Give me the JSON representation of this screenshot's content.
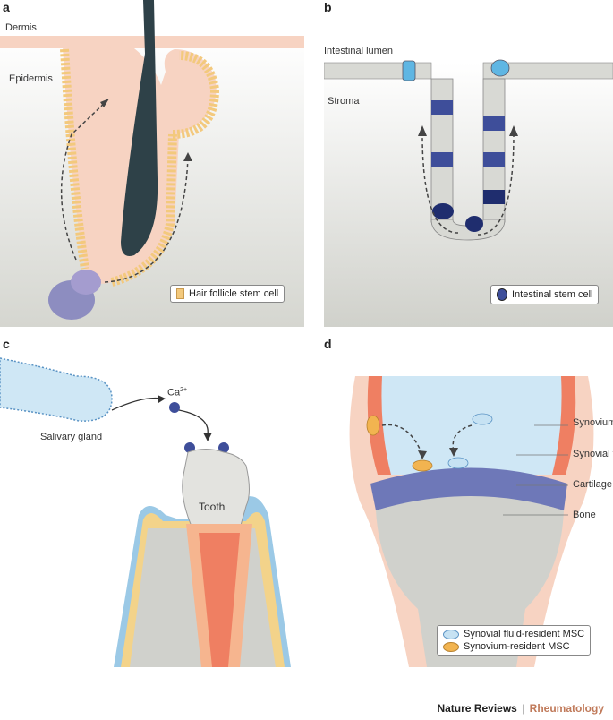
{
  "panels": {
    "a": {
      "letter": "a",
      "labels": {
        "dermis": "Dermis",
        "epidermis": "Epidermis"
      },
      "legend": "Hair follicle stem cell"
    },
    "b": {
      "letter": "b",
      "labels": {
        "lumen": "Intestinal lumen",
        "stroma": "Stroma"
      },
      "legend": "Intestinal stem cell"
    },
    "c": {
      "letter": "c",
      "labels": {
        "gland": "Salivary gland",
        "calcium": "Ca",
        "calcium_sup": "2+",
        "tooth": "Tooth"
      }
    },
    "d": {
      "letter": "d",
      "labels": {
        "synovium": "Synovium",
        "fluid": "Synovial fluid",
        "cartilage": "Cartilage",
        "bone": "Bone"
      },
      "legend": [
        "Synovial fluid-resident MSC",
        "Synovium-resident MSC"
      ]
    }
  },
  "footer": {
    "journal": "Nature Reviews",
    "separator": "|",
    "section": "Rheumatology"
  },
  "colors": {
    "skin_pink": "#f7d3c2",
    "hair": "#2e4148",
    "follicle_cell": "#f3c97d",
    "stem_purple": "#8d86c2",
    "crypt_cell": "#d8d9d4",
    "crypt_stem": "#3e4e9a",
    "fluid_blue": "#cfe7f5",
    "synovium_red": "#ef7f62",
    "cartilage": "#6e78b8",
    "bone": "#d0d1cc",
    "msc_orange": "#f2b450",
    "msc_blue": "#c6e2f3"
  }
}
